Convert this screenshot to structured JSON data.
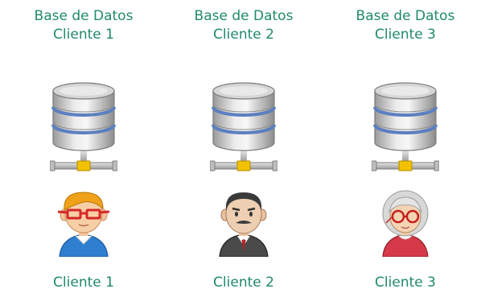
{
  "columns": [
    {
      "db_line1": "Base de Datos",
      "db_line2": "Cliente 1",
      "client_label": "Cliente 1"
    },
    {
      "db_line1": "Base de Datos",
      "db_line2": "Cliente 2",
      "client_label": "Cliente 2"
    },
    {
      "db_line1": "Base de Datos",
      "db_line2": "Cliente 3",
      "client_label": "Cliente 3"
    }
  ],
  "colors": {
    "text": "#1f8a6b",
    "db_ring": "#5b7fc0",
    "db_body": "#c9c9c9",
    "connector": "#f2c200"
  },
  "icons": [
    "database-server-icon",
    "young-person-icon",
    "older-man-icon",
    "elderly-woman-icon"
  ]
}
